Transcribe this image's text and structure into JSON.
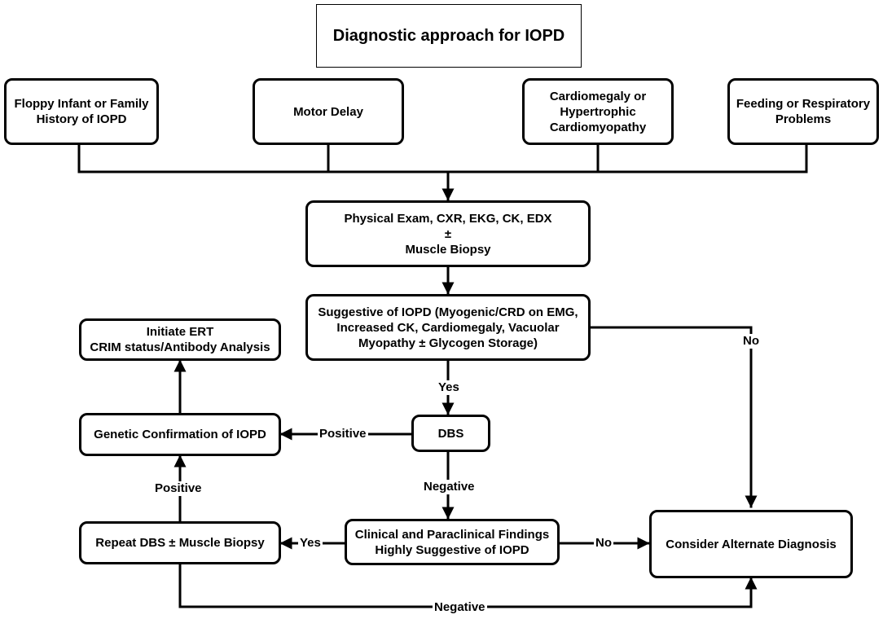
{
  "title": "Diagnostic approach for IOPD",
  "nodes": {
    "floppy": "Floppy Infant or Family\nHistory of IOPD",
    "motor": "Motor Delay",
    "cardio": "Cardiomegaly or\nHypertrophic\nCardiomyopathy",
    "feeding": "Feeding or Respiratory\nProblems",
    "exam": "Physical Exam, CXR, EKG, CK, EDX\n±\nMuscle  Biopsy",
    "suggestive": "Suggestive of IOPD (Myogenic/CRD on EMG,\nIncreased CK, Cardiomegaly, Vacuolar\nMyopathy ± Glycogen Storage)",
    "ert": "Initiate ERT\nCRIM status/Antibody Analysis",
    "genetic": "Genetic Confirmation of IOPD",
    "dbs": "DBS",
    "repeat": "Repeat DBS ± Muscle Biopsy",
    "clinical": "Clinical and Paraclinical Findings\nHighly Suggestive of IOPD",
    "alternate": "Consider Alternate Diagnosis"
  },
  "edge_labels": {
    "yes_to_dbs": "Yes",
    "no_to_alternate": "No",
    "dbs_positive": "Positive",
    "dbs_negative": "Negative",
    "repeat_positive": "Positive",
    "clinical_yes": "Yes",
    "clinical_no": "No",
    "repeat_negative": "Negative"
  }
}
